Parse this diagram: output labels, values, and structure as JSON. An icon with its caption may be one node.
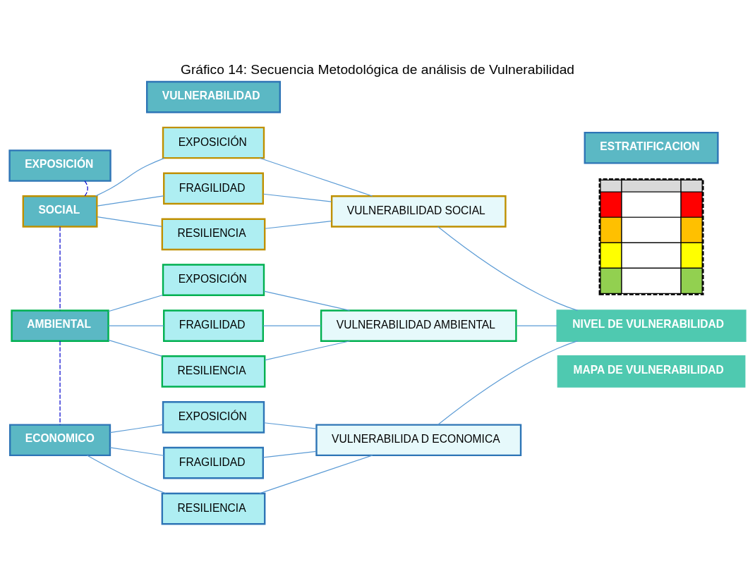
{
  "diagram": {
    "title": "Gráfico 14: Secuencia Metodológica de análisis de Vulnerabilidad",
    "nodes": [
      {
        "text": [
          "EXPOSICIÓN"
        ]
      },
      {
        "text": [
          "VULNERABILIDAD"
        ]
      },
      {
        "text": [
          "ESTRATIFICACION"
        ]
      },
      {
        "text": [
          "SOCIAL"
        ]
      },
      {
        "text": [
          "AMBIENTAL"
        ]
      },
      {
        "text": [
          "ECONOMICO"
        ]
      },
      {
        "text": [
          "EXPOSICIÓN"
        ]
      },
      {
        "text": [
          "FRAGILIDAD"
        ]
      },
      {
        "text": [
          "RESILIENCIA"
        ]
      },
      {
        "text": [
          "VULNERABILIDAD SOCIAL"
        ]
      },
      {
        "text": [
          "EXPOSICIÓN"
        ]
      },
      {
        "text": [
          "FRAGILIDAD"
        ]
      },
      {
        "text": [
          "RESILIENCIA"
        ]
      },
      {
        "text": [
          "VULNERABILIDAD AMBIENTAL"
        ]
      },
      {
        "text": [
          "EXPOSICIÓN"
        ]
      },
      {
        "text": [
          "FRAGILIDAD"
        ]
      },
      {
        "text": [
          "RESILIENCIA"
        ]
      },
      {
        "text": [
          "VULNERABILIDA D ECONOMICA"
        ]
      },
      {
        "text": [],
        "shape": "picture"
      },
      {
        "text": [
          "NIVEL DE VULNERABILIDAD"
        ]
      },
      {
        "text": [
          "MAPA DE VULNERABILIDAD"
        ]
      }
    ],
    "edges": [
      {
        "from": 0,
        "to": 3,
        "arrow": "none",
        "style": "dashed",
        "color": "#0000cc"
      },
      {
        "from": 3,
        "to": 4,
        "arrow": "none",
        "style": "dashed",
        "color": "#0000cc"
      },
      {
        "from": 4,
        "to": 5,
        "arrow": "none",
        "style": "dashed",
        "color": "#0000cc"
      },
      {
        "from": 3,
        "to": 6,
        "arrow": "none"
      },
      {
        "from": 3,
        "to": 7,
        "arrow": "none"
      },
      {
        "from": 3,
        "to": 8,
        "arrow": "none"
      },
      {
        "from": 6,
        "to": 9,
        "arrow": "none"
      },
      {
        "from": 7,
        "to": 9,
        "arrow": "none"
      },
      {
        "from": 8,
        "to": 9,
        "arrow": "none"
      },
      {
        "from": 4,
        "to": 10,
        "arrow": "none"
      },
      {
        "from": 4,
        "to": 11,
        "arrow": "none"
      },
      {
        "from": 4,
        "to": 12,
        "arrow": "none"
      },
      {
        "from": 10,
        "to": 13,
        "arrow": "none"
      },
      {
        "from": 11,
        "to": 13,
        "arrow": "none"
      },
      {
        "from": 12,
        "to": 13,
        "arrow": "none"
      },
      {
        "from": 5,
        "to": 14,
        "arrow": "none"
      },
      {
        "from": 5,
        "to": 15,
        "arrow": "none"
      },
      {
        "from": 5,
        "to": 16,
        "arrow": "none"
      },
      {
        "from": 14,
        "to": 17,
        "arrow": "none"
      },
      {
        "from": 15,
        "to": 17,
        "arrow": "none"
      },
      {
        "from": 16,
        "to": 17,
        "arrow": "none"
      },
      {
        "from": 9,
        "to": 19,
        "arrow": "none"
      },
      {
        "from": 13,
        "to": 19,
        "arrow": "none"
      },
      {
        "from": 17,
        "to": 19,
        "arrow": "none"
      }
    ]
  }
}
